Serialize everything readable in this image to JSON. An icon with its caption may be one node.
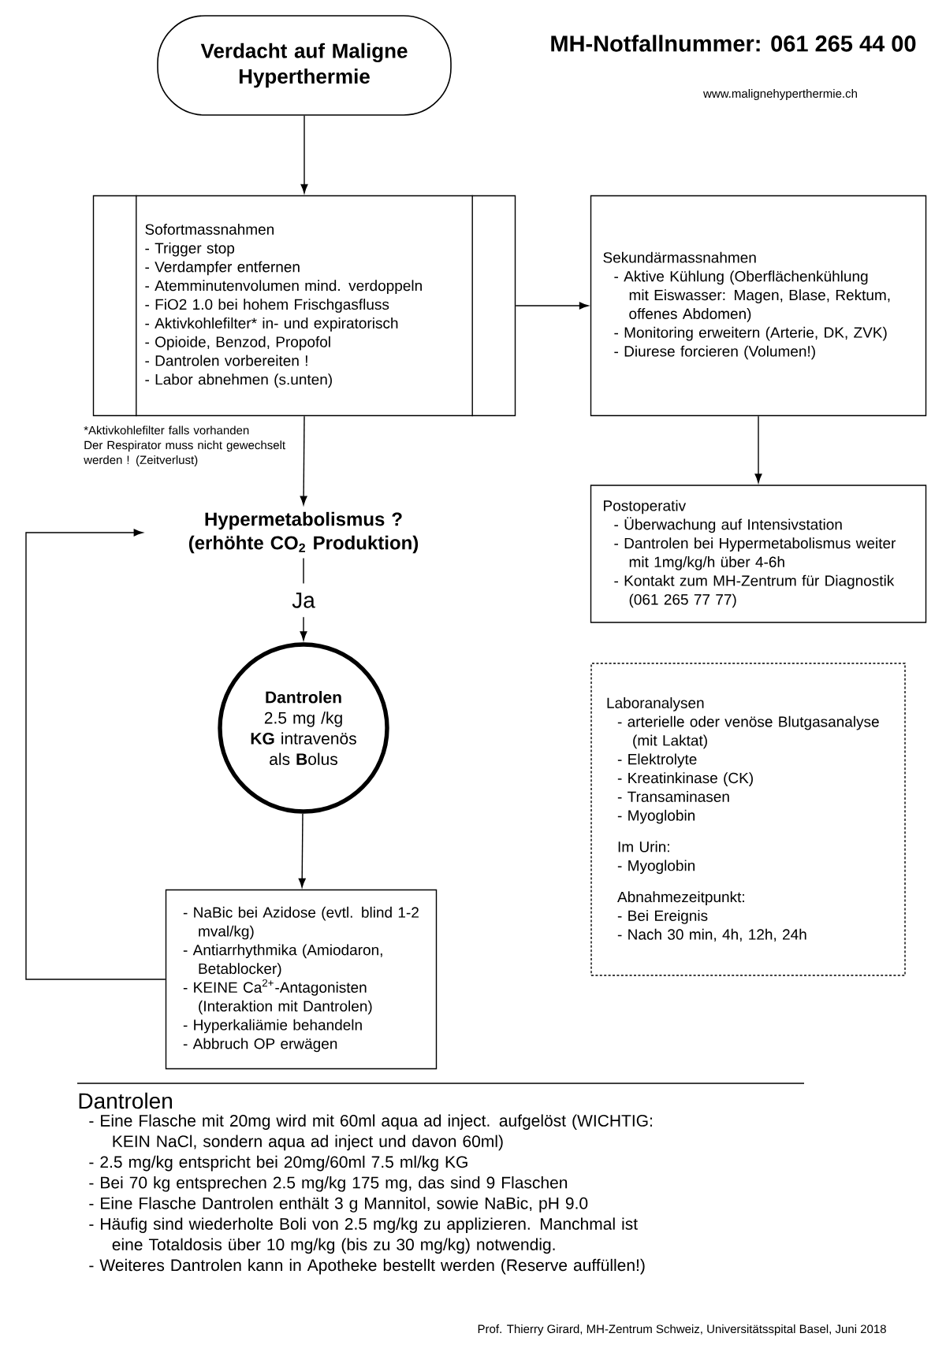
{
  "diagram": {
    "nodes": [
      {
        "text": [
          "Verdacht auf Maligne Hyperthermie"
        ]
      },
      {
        "text": [
          "Sofortmassnahmen",
          "- Trigger stop",
          "- Verdampfer entfernen",
          "- Atemminutenvolumen mind. verdoppeln",
          "- FiO2 1.0 bei hohem Frischgasfluss",
          "- Aktivkohlefilter* in- und expiratorisch",
          "- Opioide, Benzod, Propofol",
          "- Dantrolen vorbereiten !",
          "- Labor abnehmen (s.unten)"
        ],
        "beside": [
          "*Aktivkohlefilter falls vorhanden",
          "Der Respirator muss nicht gewechselt werden ! (Zeitverlust)"
        ]
      },
      {
        "text": [
          "Sekundärmassnahmen",
          "- Aktive Kühlung (Oberflächenkühlung mit Eiswasser: Magen, Blase, Rektum, offenes Abdomen)",
          "- Monitoring erweitern (Arterie, DK, ZVK)",
          "- Diurese forcieren (Volumen!)"
        ]
      },
      {
        "text": [
          "Postoperativ",
          "- Überwachung auf Intensivstation",
          "- Dantrolen bei Hypermetabolismus weiter mit 1mg/kg/h über 4-6h",
          "- Kontakt zum MH-Zentrum für Diagnostik (061 265 77 77)"
        ]
      },
      {
        "text": [
          "Hypermetabolismus ? (erhöhte CO$_{2}$ Produktion)"
        ]
      },
      {
        "text": [
          "**Dantrolen** 2.5 mg /kg **KG** intravenös als **B**olus"
        ]
      },
      {
        "text": [
          "- NaBic bei Azidose (evtl. blind 1-2 mval/kg)",
          "- Antiarrhythmika (Amiodaron, Betablocker)",
          "- KEINE Ca$^{2+}$-Antagonisten (Interaktion mit Dantrolen)",
          "- Hyperkaliämie behandeln",
          "- Abbruch OP erwägen"
        ]
      },
      {
        "text": [
          "Laboranalysen",
          "- arterielle oder venöse Blutgasanalyse (mit Laktat)",
          "- Elektrolyte",
          "- Kreatinkinase (CK)",
          "- Transaminasen",
          "- Myoglobin",
          "Im Urin:",
          "- Myoglobin",
          "Abnahmezeitpunkt:",
          "- Bei Ereignis",
          "- Nach 30 min, 4h, 12h, 24h"
        ]
      }
    ],
    "edges": [
      {
        "from": 0,
        "to": 1,
        "arrow": "to"
      },
      {
        "from": 1,
        "to": 2,
        "arrow": "to"
      },
      {
        "from": 2,
        "to": 3,
        "arrow": "to"
      },
      {
        "from": 1,
        "to": 4,
        "arrow": "to"
      },
      {
        "from": 4,
        "to": 5,
        "arrow": "to",
        "label": "Ja"
      },
      {
        "from": 5,
        "to": 6,
        "arrow": "to"
      },
      {
        "from": 6,
        "to": 4,
        "arrow": "to"
      }
    ],
    "labels": [
      "MH-Notfallnummer: 061 265 44 00",
      "www.malignehyperthermie.ch",
      "Dantrolen",
      "- Eine Flasche mit 20mg wird mit 60ml aqua ad inject. aufgelöst (WICHTIG: KEIN NaCl, sondern aqua ad inject und davon 60ml)",
      "- 2.5 mg/kg entspricht bei 20mg/60ml 7.5 ml/kg KG",
      "- Bei 70 kg entsprechen 2.5 mg/kg 175 mg, das sind 9 Flaschen",
      "- Eine Flasche Dantrolen enthält 3 g Mannitol, sowie NaBic, pH 9.0",
      "- Häufig sind wiederholte Boli von 2.5 mg/kg zu applizieren. Manchmal ist eine Totaldosis über 10 mg/kg (bis zu 30 mg/kg) notwendig.",
      "- Weiteres Dantrolen kann in Apotheke bestellt werden (Reserve auffüllen!)",
      "Prof. Thierry Girard, MH-Zentrum Schweiz, Universitätsspital Basel, Juni 2018"
    ]
  }
}
